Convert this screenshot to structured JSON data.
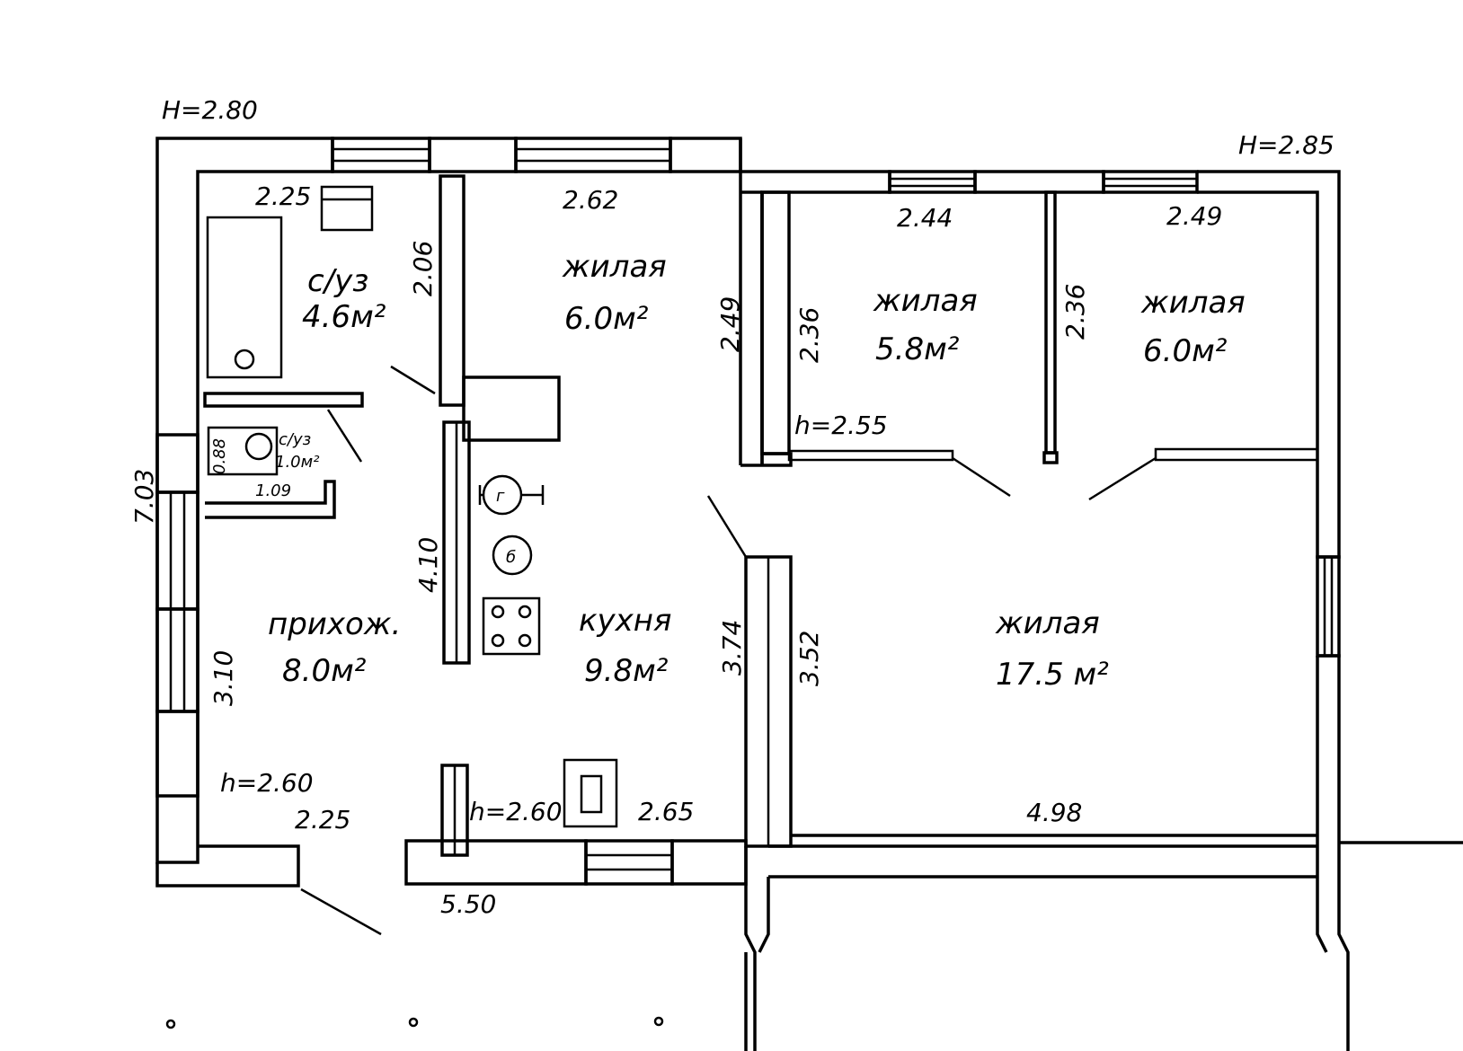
{
  "colors": {
    "ink": "#000000",
    "paper": "#ffffff"
  },
  "heights": {
    "left_block": "H=2.80",
    "right_block": "H=2.85",
    "hall": "h=2.60",
    "kitchen": "h=2.60",
    "bedrooms": "h=2.55"
  },
  "rooms": {
    "bath": {
      "name": "с/уз",
      "area": "4.6м²"
    },
    "wc": {
      "name": "с/уз",
      "area": "1.0м²"
    },
    "living_small": {
      "name": "жилая",
      "area": "6.0м²"
    },
    "living_mid": {
      "name": "жилая",
      "area": "5.8м²"
    },
    "living_right": {
      "name": "жилая",
      "area": "6.0м²"
    },
    "living_large": {
      "name": "жилая",
      "area": "17.5 м²"
    },
    "kitchen": {
      "name": "кухня",
      "area": "9.8м²"
    },
    "hall": {
      "name": "прихож.",
      "area": "8.0м²"
    }
  },
  "stove_symbols": {
    "gas": "г",
    "boiler": "б"
  },
  "dims": {
    "bath_width": "2.25",
    "bath_height": "2.06",
    "living_small_width": "2.62",
    "living_small_height": "2.49",
    "living_mid_width": "2.44",
    "living_mid_height": "2.36",
    "living_right_width": "2.49",
    "living_right_height": "2.36",
    "total_left_height": "7.03",
    "wc_width": "1.09",
    "wc_height": "0.88",
    "kitchen_partition": "4.10",
    "kitchen_height": "3.74",
    "living_large_height": "3.52",
    "hall_height": "3.10",
    "hall_width": "2.25",
    "kitchen_width": "2.65",
    "total_width": "5.50",
    "living_large_width": "4.98"
  }
}
